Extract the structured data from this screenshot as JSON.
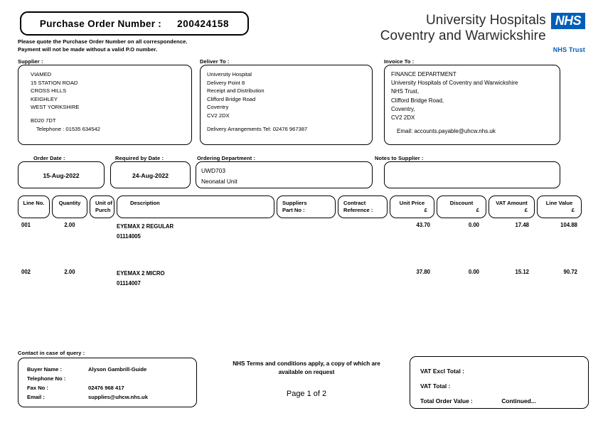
{
  "header": {
    "po_label": "Purchase Order Number :",
    "po_number": "200424158",
    "note_line1": "Please quote the Purchase Order Number on all correspondence.",
    "note_line2": "Payment will not be made without a valid P.O number.",
    "brand": {
      "line1": "University Hospitals",
      "line2": "Coventry and Warwickshire",
      "badge": "NHS",
      "trust": "NHS Trust",
      "badge_color": "#005EB8"
    }
  },
  "supplier": {
    "caption": "Supplier :",
    "name": "VIAMED",
    "address1": "15 STATION ROAD",
    "address2": "CROSS HILLS",
    "address3": "KEIGHLEY",
    "address4": "WEST YORKSHIRE",
    "postcode": "BD20 7DT",
    "telephone": "Telephone : 01535 634542"
  },
  "deliver_to": {
    "caption": "Deliver To :",
    "line1": "University Hospital",
    "line2": "Delivery Point 8",
    "line3": "Receipt and Distribution",
    "line4": "Clifford Bridge Road",
    "line5": "Coventry",
    "line6": "CV2 2DX",
    "arrangements": "Delivery Arrangements Tel: 02476 967387"
  },
  "invoice_to": {
    "caption": "Invoice To :",
    "line1": "FINANCE DEPARTMENT",
    "line2": "University Hospitals of Coventry and Warwickshire",
    "line3": "NHS Trust,",
    "line4": "Clifford Bridge Road,",
    "line5": "Coventry,",
    "line6": "CV2 2DX",
    "email": "Email: accounts.payable@uhcw.nhs.uk"
  },
  "dates": {
    "order_date_caption": "Order Date :",
    "order_date": "15-Aug-2022",
    "required_by_caption": "Required by Date :",
    "required_by": "24-Aug-2022",
    "dept_caption": "Ordering Department :",
    "dept_code": "UWD703",
    "dept_name": "Neonatal Unit",
    "notes_caption": "Notes to Supplier :"
  },
  "table": {
    "columns": {
      "line_no": "Line No.",
      "quantity": "Quantity",
      "unit_of_purch_l1": "Unit of",
      "unit_of_purch_l2": "Purch",
      "description": "Description",
      "suppliers_part_l1": "Suppliers",
      "suppliers_part_l2": "Part No :",
      "contract_ref_l1": "Contract",
      "contract_ref_l2": "Reference :",
      "unit_price": "Unit Price",
      "unit_price_cur": "£",
      "discount": "Discount",
      "discount_cur": "£",
      "vat_amount": "VAT Amount",
      "vat_amount_cur": "£",
      "line_value": "Line Value",
      "line_value_cur": "£"
    },
    "rows": [
      {
        "line_no": "001",
        "quantity": "2.00",
        "description": "EYEMAX 2 REGULAR",
        "part_no": "01114005",
        "unit_price": "43.70",
        "discount": "0.00",
        "vat_amount": "17.48",
        "line_value": "104.88"
      },
      {
        "line_no": "002",
        "quantity": "2.00",
        "description": "EYEMAX 2 MICRO",
        "part_no": "01114007",
        "unit_price": "37.80",
        "discount": "0.00",
        "vat_amount": "15.12",
        "line_value": "90.72"
      }
    ]
  },
  "footer": {
    "contact_caption": "Contact in case of query :",
    "buyer_name_label": "Buyer Name :",
    "buyer_name": "Alyson Gambrill-Guide",
    "telephone_label": "Telephone No :",
    "telephone": "",
    "fax_label": "Fax No :",
    "fax": "02476 968 417",
    "email_label": "Email :",
    "email": "supplies@uhcw.nhs.uk",
    "terms_l1": "NHS Terms and conditions apply, a copy of which are",
    "terms_l2": "available on request",
    "page": "Page 1 of 2",
    "vat_excl_label": "VAT Excl Total :",
    "vat_excl_value": "",
    "vat_total_label": "VAT Total :",
    "vat_total_value": "",
    "total_order_label": "Total Order Value :",
    "total_order_value": "Continued..."
  }
}
